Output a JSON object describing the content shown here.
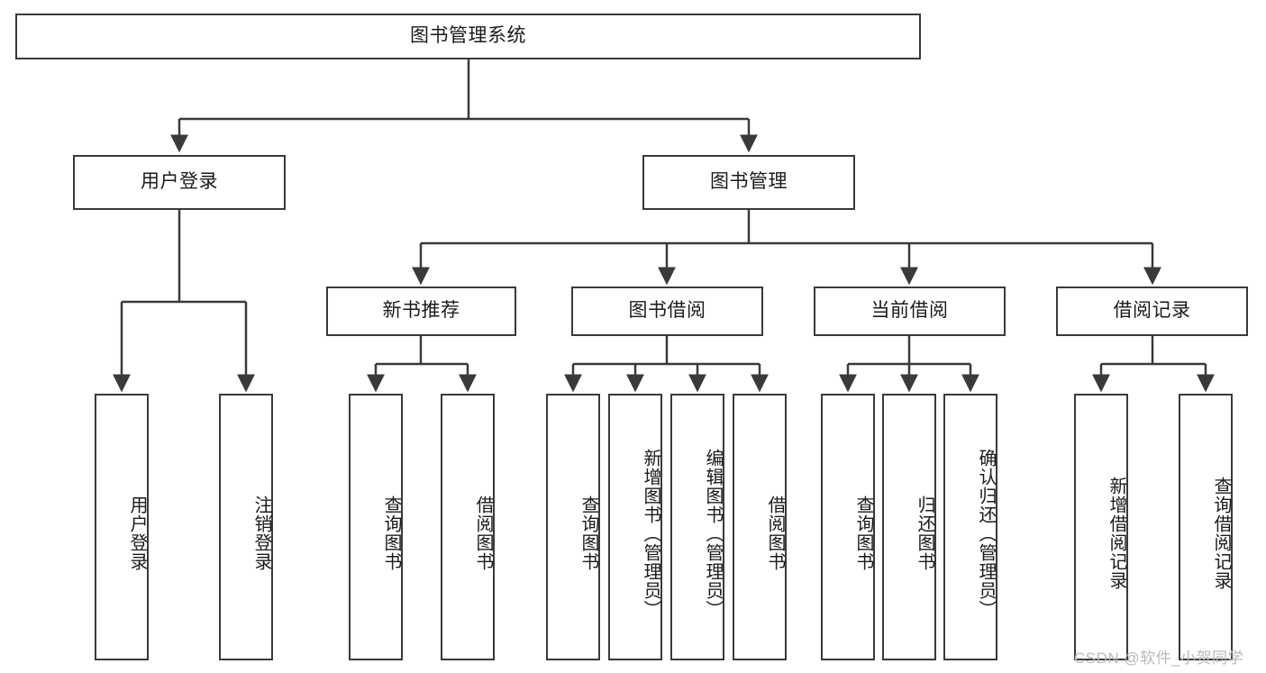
{
  "diagram": {
    "title": "图书管理系统",
    "watermark": "CSDN @软件_小贺同学",
    "line_color": "#3a3a3a",
    "box_fill": "#ffffff",
    "text_color": "#1b1b1b",
    "nodes": {
      "root": "图书管理系统",
      "level2": {
        "user_login": "用户登录",
        "book_manage": "图书管理"
      },
      "level3": {
        "new_book_recommend": "新书推荐",
        "book_borrow": "图书借阅",
        "current_borrow": "当前借阅",
        "borrow_record": "借阅记录"
      },
      "leaves": {
        "user_login_1": "用户登录",
        "user_login_2": "注销登录",
        "recommend_1": "查询图书",
        "recommend_2": "借阅图书",
        "borrow_1": "查询图书",
        "borrow_2": "新增图书（管理员）",
        "borrow_3": "编辑图书（管理员）",
        "borrow_4": "借阅图书",
        "current_1": "查询图书",
        "current_2": "归还图书",
        "current_3": "确认归还（管理员）",
        "record_1": "新增借阅记录",
        "record_2": "查询借阅记录"
      }
    }
  }
}
